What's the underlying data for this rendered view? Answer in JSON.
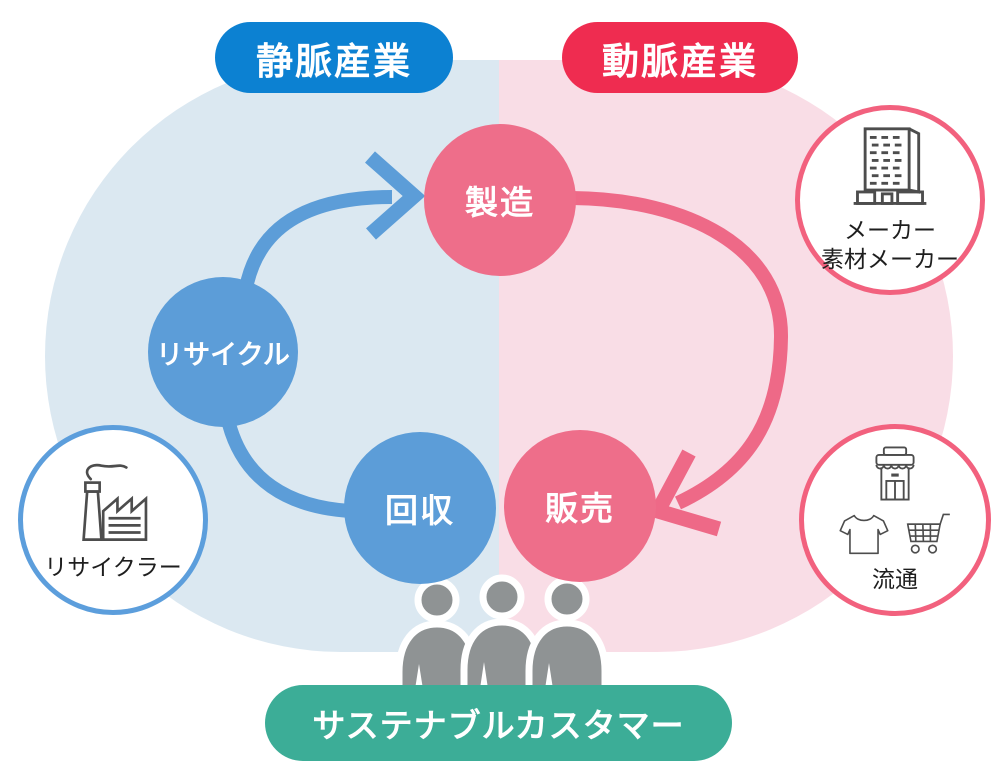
{
  "badges": {
    "left": {
      "label": "静脈産業"
    },
    "right": {
      "label": "動脈産業"
    }
  },
  "cycle": {
    "manufacture": "製造",
    "recycle": "リサイクル",
    "collect": "回収",
    "sell": "販売"
  },
  "satellites": {
    "maker": {
      "line1": "メーカー",
      "line2": "素材メーカー"
    },
    "distribution": {
      "label": "流通"
    },
    "recycler": {
      "label": "リサイクラー"
    }
  },
  "customer": {
    "label": "サステナブルカスタマー"
  },
  "colors": {
    "badge_blue": "#0c81d2",
    "badge_red": "#ef2c50",
    "node_pink": "#ee6e8a",
    "node_blue": "#5c9dd8",
    "arrow_pink": "#ee6987",
    "bg_blue": "#dbe8f1",
    "bg_pink": "#f9dde6",
    "sat_pink_border": "#f2617e",
    "sat_blue_border": "#5c9edc",
    "teal": "#3cad97",
    "people_gray": "#8f9394",
    "icon_gray": "#4d4d4d"
  }
}
